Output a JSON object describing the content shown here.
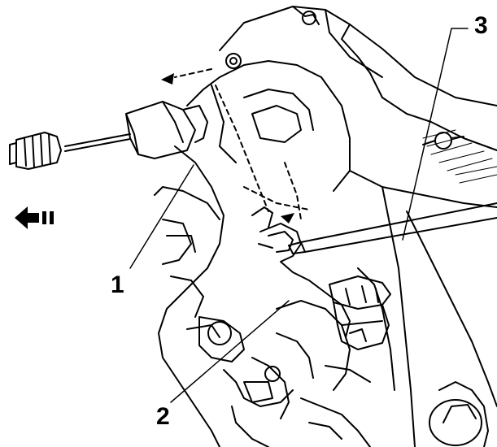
{
  "callouts": [
    {
      "id": "1"
    },
    {
      "id": "2"
    },
    {
      "id": "3"
    }
  ],
  "colors": {
    "ink": "#000000",
    "paper": "#ffffff"
  },
  "icons": [
    "direction-arrow-icon",
    "movement-arrow-icon"
  ]
}
